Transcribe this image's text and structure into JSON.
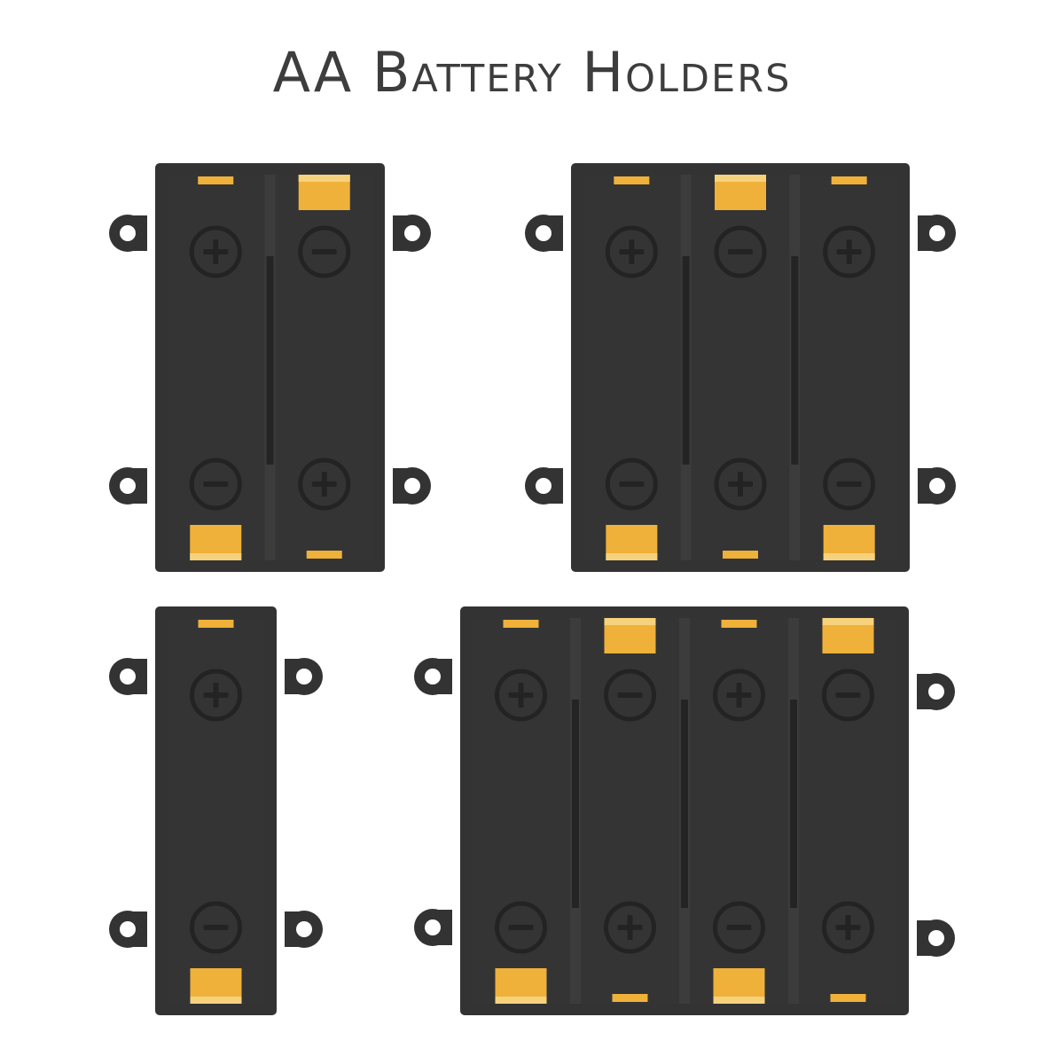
{
  "title": "AA Battery Holders",
  "colors": {
    "holder_body": "#333333",
    "holder_rim": "#3c3c3c",
    "divider": "#242424",
    "symbol": "#232323",
    "contact": "#efb13a",
    "contact_highlight": "#f7d27d",
    "tab_hole": "#ffffff",
    "background": "#ffffff",
    "title": "#3d3d3d"
  },
  "holders": [
    {
      "name": "holder-2-cell",
      "cells": 2,
      "slots": [
        {
          "top": "plus",
          "bottom": "minus"
        },
        {
          "top": "minus",
          "bottom": "plus"
        }
      ]
    },
    {
      "name": "holder-3-cell",
      "cells": 3,
      "slots": [
        {
          "top": "plus",
          "bottom": "minus"
        },
        {
          "top": "minus",
          "bottom": "plus"
        },
        {
          "top": "plus",
          "bottom": "minus"
        }
      ]
    },
    {
      "name": "holder-1-cell",
      "cells": 1,
      "slots": [
        {
          "top": "plus",
          "bottom": "minus"
        }
      ]
    },
    {
      "name": "holder-4-cell",
      "cells": 4,
      "slots": [
        {
          "top": "plus",
          "bottom": "minus"
        },
        {
          "top": "minus",
          "bottom": "plus"
        },
        {
          "top": "plus",
          "bottom": "minus"
        },
        {
          "top": "minus",
          "bottom": "plus"
        }
      ]
    }
  ]
}
